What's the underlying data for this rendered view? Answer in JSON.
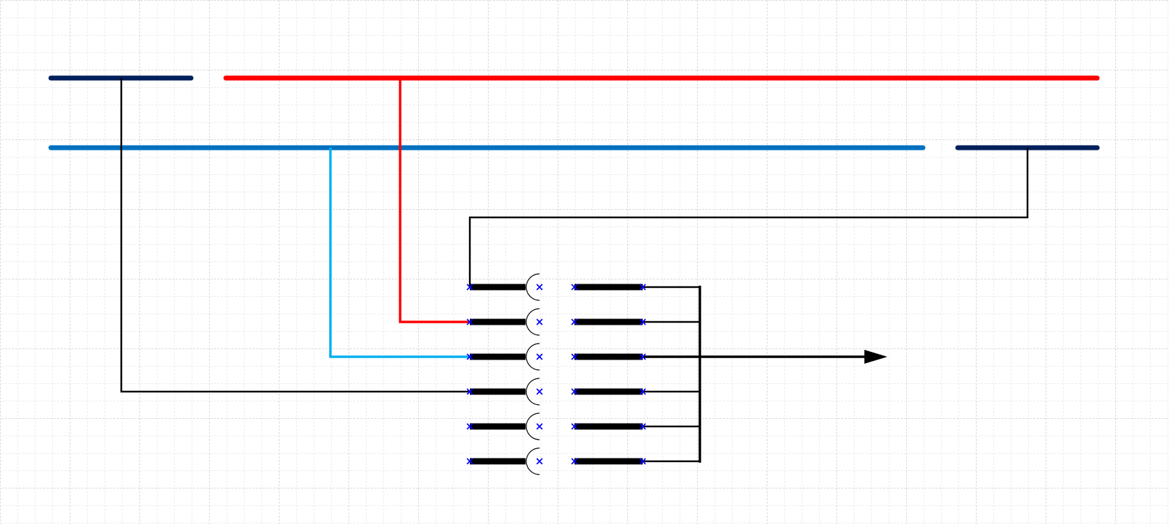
{
  "diagram": {
    "type": "wiring-schematic",
    "background_grid": true,
    "colors": {
      "navy": "#00205b",
      "red": "#ff0000",
      "blue": "#0070c0",
      "light_blue": "#00b0f0",
      "black": "#000000",
      "marker": "#0000ff",
      "grid_minor": "#d9d9d9",
      "grid_major": "#b3b3b3"
    },
    "buses": [
      {
        "id": "navy-top-left",
        "color": "navy"
      },
      {
        "id": "red-top",
        "color": "red"
      },
      {
        "id": "blue-mid",
        "color": "blue"
      },
      {
        "id": "navy-mid-right",
        "color": "navy"
      }
    ],
    "terminal_rows": 6,
    "connections": [
      {
        "from": "navy-mid-right",
        "to_row": 1,
        "color": "black"
      },
      {
        "from": "red-top",
        "to_row": 2,
        "color": "red"
      },
      {
        "from": "blue-mid",
        "to_row": 3,
        "color": "light_blue"
      },
      {
        "from": "navy-top-left",
        "to_row": 4,
        "color": "black"
      }
    ],
    "output": {
      "direction": "right",
      "from_row": 3,
      "marker": "arrow"
    }
  }
}
